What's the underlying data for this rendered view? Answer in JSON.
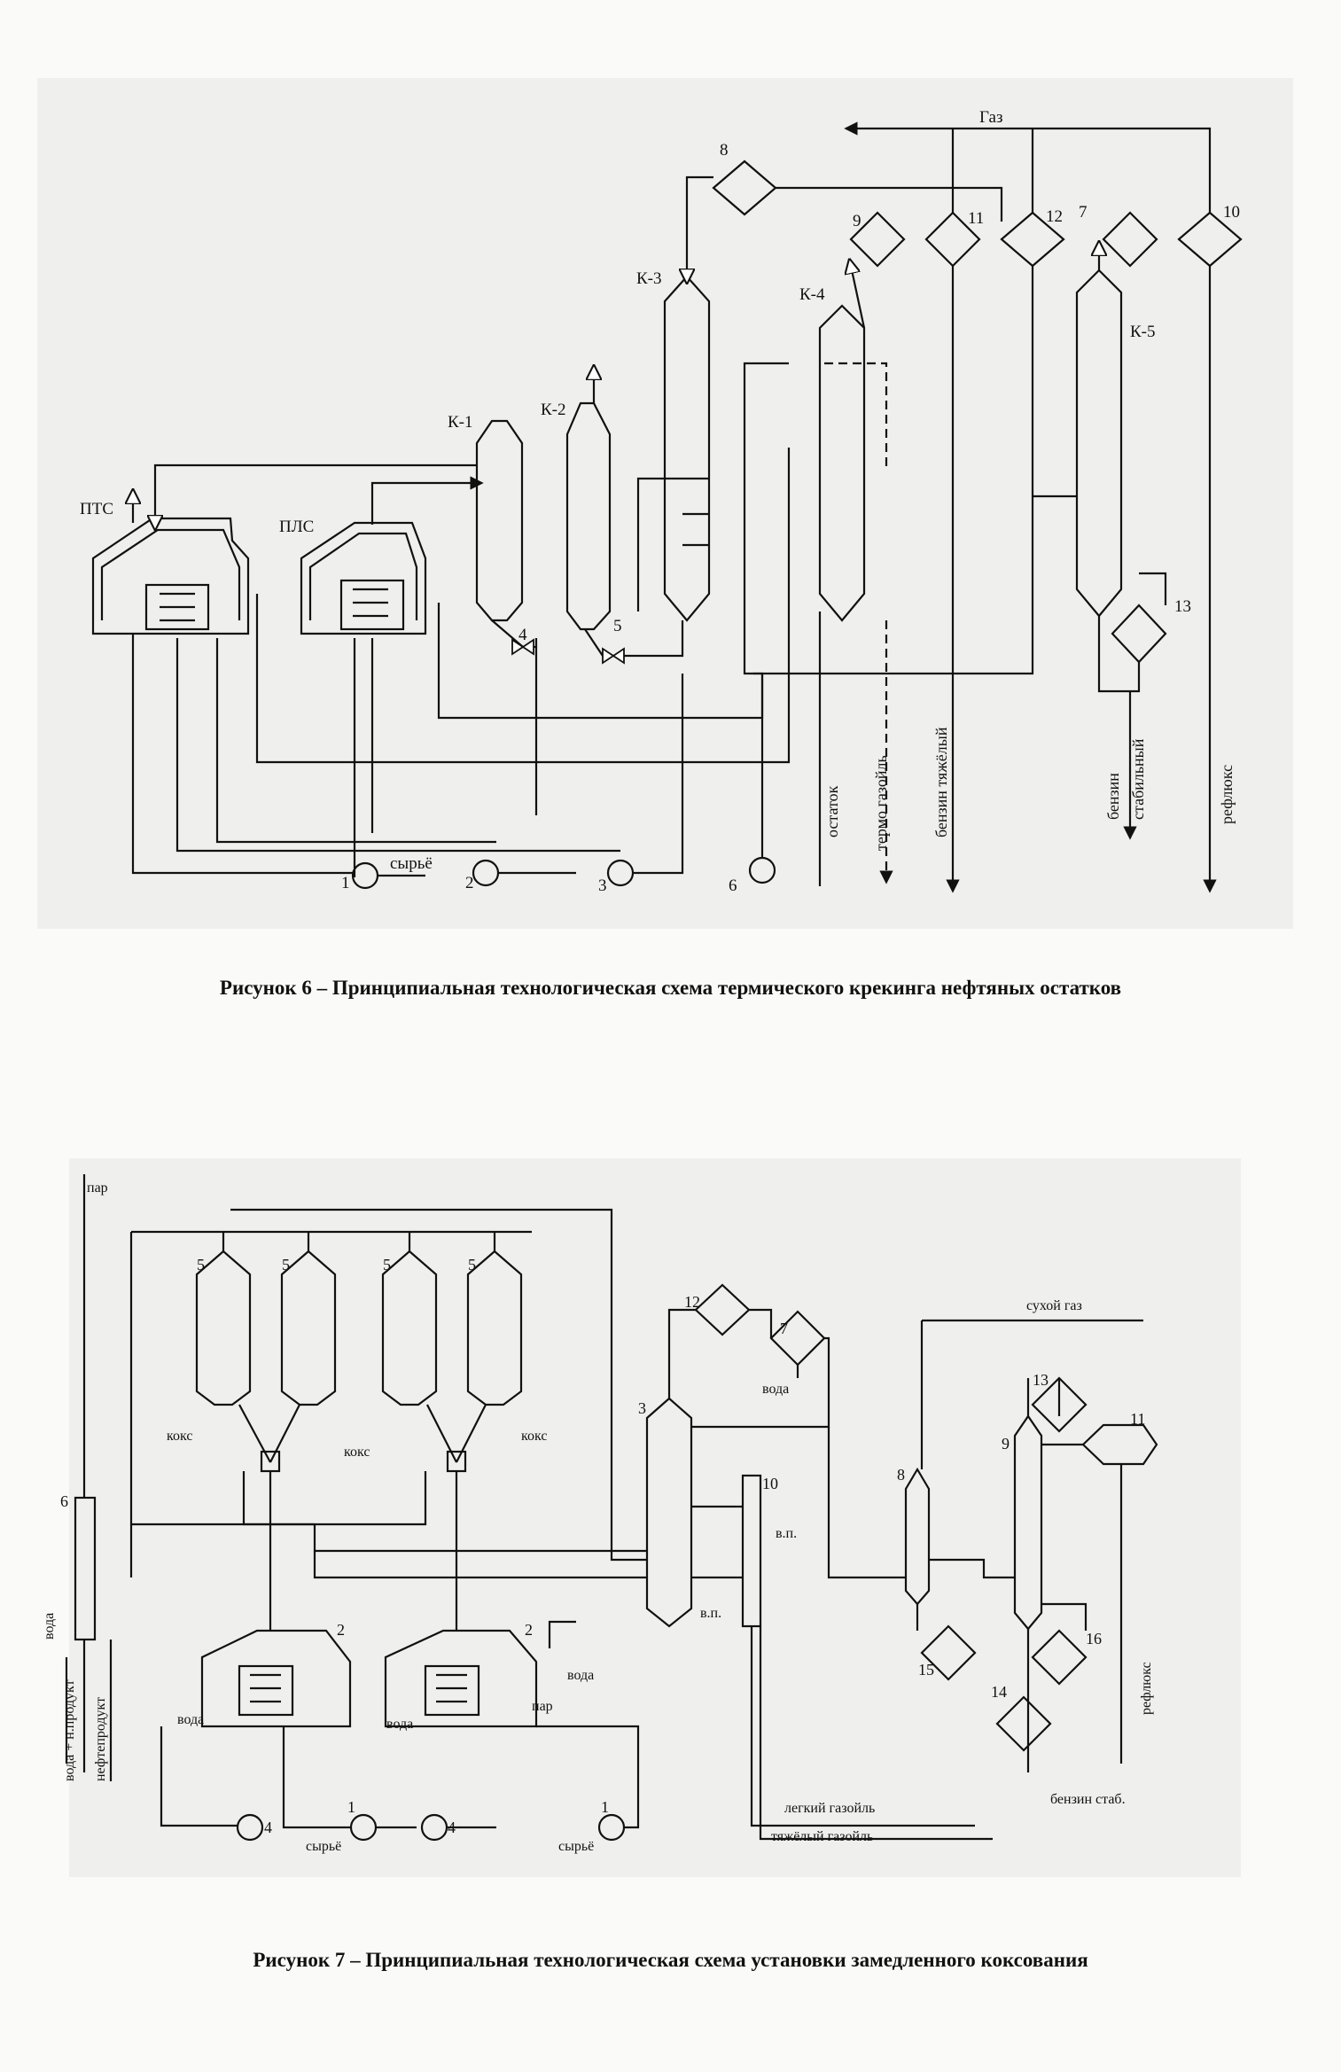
{
  "figure6": {
    "caption": "Рисунок 6 – Принципиальная технологическая схема термического крекинга нефтяных остатков",
    "labels": {
      "furnace1": "ПТС",
      "furnace2": "ПЛС",
      "k1": "К-1",
      "k2": "К-2",
      "k3": "К-3",
      "k4": "К-4",
      "k5": "К-5",
      "gas": "Газ",
      "feed": "сырьё",
      "residue": "остаток",
      "thermo_gasoil": "термо газойль",
      "heavy_gasoline": "бензин тяжёлый",
      "stable_gasoline_1": "бензин",
      "stable_gasoline_2": "стабильный",
      "reflux": "рефлюкс"
    },
    "numbers": [
      "1",
      "2",
      "3",
      "4",
      "5",
      "6",
      "7",
      "8",
      "9",
      "10",
      "11",
      "12",
      "13"
    ]
  },
  "figure7": {
    "caption": "Рисунок 7 – Принципиальная технологическая схема установки замедленного коксования",
    "labels": {
      "steam_top": "пар",
      "steam": "пар",
      "water_left": "вода",
      "water1": "вода",
      "water2": "вода",
      "water3": "вода",
      "water_sep": "вода",
      "water_oil": "вода + н.продукт",
      "oil_product": "нефтепродукт",
      "coke1": "кокс",
      "coke2": "кокс",
      "coke3": "кокс",
      "feed1": "сырьё",
      "feed2": "сырьё",
      "dry_gas": "сухой газ",
      "light_gasoil": "легкий газойль",
      "heavy_gasoil": "тяжёлый газойль",
      "stable_gasoline": "бензин стаб.",
      "reflux": "рефлюкс",
      "vp1": "в.п.",
      "vp2": "в.п."
    },
    "numbers": [
      "1",
      "2",
      "3",
      "4",
      "5",
      "6",
      "7",
      "8",
      "9",
      "10",
      "11",
      "12",
      "13",
      "14",
      "15",
      "16"
    ]
  }
}
